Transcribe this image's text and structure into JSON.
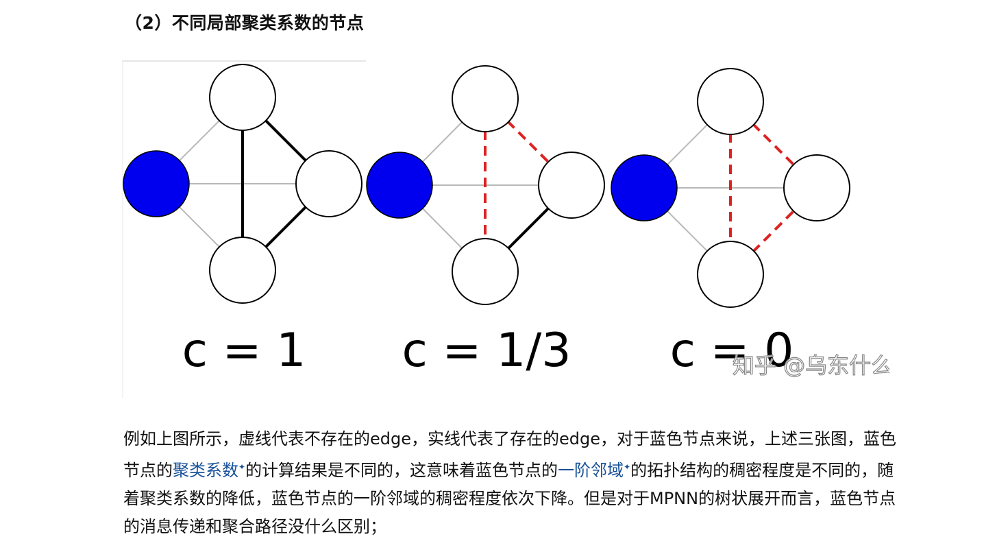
{
  "heading": "（2）不同局部聚类系数的节点",
  "figure": {
    "graphs": [
      {
        "label": "c = 1"
      },
      {
        "label": "c = 1/3"
      },
      {
        "label": "c = 0"
      }
    ],
    "watermark": "知乎 @乌东什么",
    "colors": {
      "blue_node": "#0000ee",
      "node_fill": "#ffffff",
      "outline": "#000000",
      "spoke": "#b8b8b8",
      "solid_edge": "#000000",
      "missing_edge": "#dd2222"
    }
  },
  "paragraph": {
    "p1": "例如上图所示，虚线代表不存在的edge，实线代表了存在的edge，对于蓝色节点来说，上述三张图，蓝色节点的",
    "link1": "聚类系数",
    "p2": "的计算结果是不同的，这意味着蓝色节点的",
    "link2": "一阶邻域",
    "p3": "的拓扑结构的稠密程度是不同的，随着聚类系数的降低，蓝色节点的一阶邻域的稠密程度依次下降。但是对于MPNN的树状展开而言，蓝色节点的消息传递和聚合路径没什么区别；",
    "star": "✦"
  }
}
